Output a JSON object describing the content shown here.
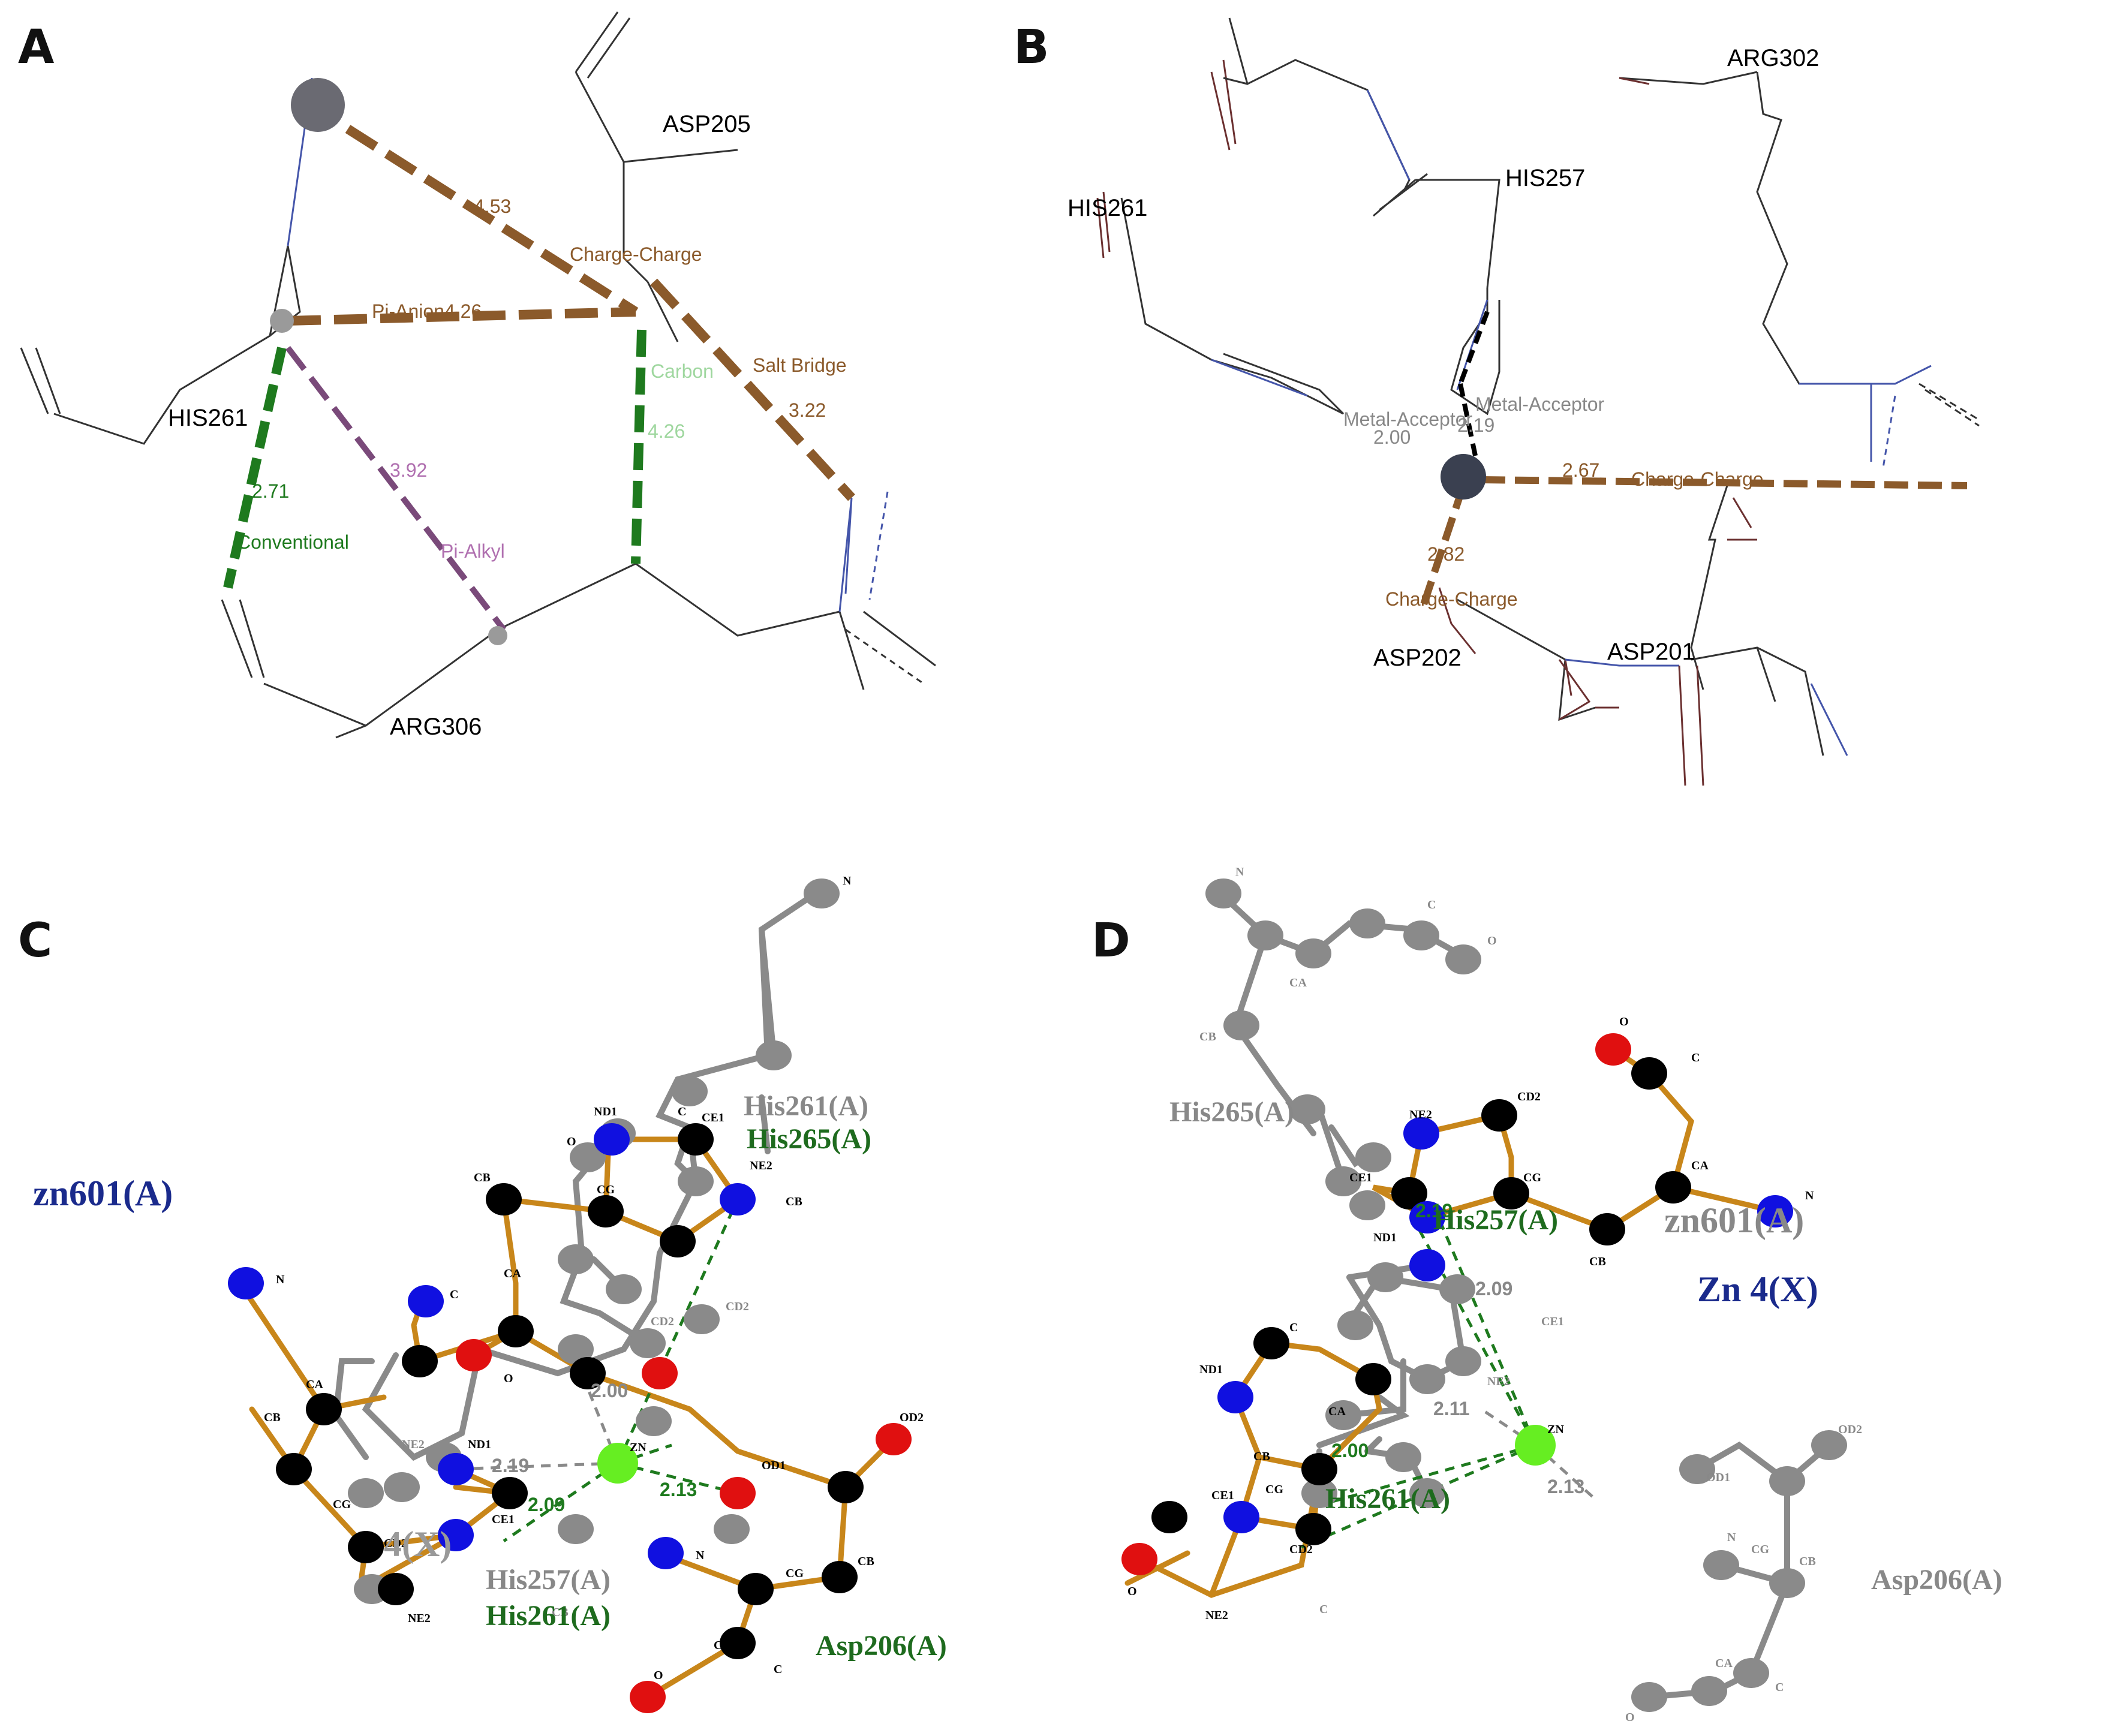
{
  "panels": {
    "a": {
      "letter": "A",
      "residues": {
        "asp205": "ASP205",
        "his261": "HIS261",
        "arg306": "ARG306"
      },
      "distances": {
        "d1": "4.53",
        "d2": "Pi-Anion4.26",
        "d3": "4.26",
        "d4": "3.22",
        "d5": "2.71",
        "d6": "3.92"
      },
      "interactions": {
        "charge": "Charge-Charge",
        "salt": "Salt Bridge",
        "carbon": "Carbon",
        "conventional": "Conventional",
        "pialkyl": "Pi-Alkyl"
      }
    },
    "b": {
      "letter": "B",
      "residues": {
        "arg302": "ARG302",
        "his257": "HIS257",
        "his261": "HIS261",
        "asp202": "ASP202",
        "asp201": "ASP201"
      },
      "distances": {
        "d1": "2.00",
        "d2": "2.19",
        "d3": "2.67",
        "d4": "2.82"
      },
      "interactions": {
        "metal1": "Metal-Acceptor",
        "metal2": "Metal-Acceptor",
        "charge1": "Charge-Charge",
        "charge2": "Charge-Charge"
      }
    },
    "c": {
      "letter": "C",
      "labels": {
        "zn601": "zn601(A)",
        "his261_gray": "His261(A)",
        "his265_green": "His265(A)",
        "his257_gray": "His257(A)",
        "his261_green": "His261(A)",
        "asp206": "Asp206(A)",
        "zn4": "4(X)"
      },
      "distances": {
        "d1": "2.00",
        "d2": "2.19",
        "d3": "2.09",
        "d4": "2.13"
      },
      "atoms": {
        "n": "N",
        "c": "C",
        "ca": "CA",
        "cb": "CB",
        "cg": "CG",
        "nd1": "ND1",
        "ce1": "CE1",
        "ne2": "NE2",
        "cd2": "CD2",
        "o": "O",
        "od1": "OD1",
        "od2": "OD2",
        "zn": "ZN"
      }
    },
    "d": {
      "letter": "D",
      "labels": {
        "his265": "His265(A)",
        "his257_green": "His257(A)",
        "zn601": "zn601(A)",
        "zn4": "Zn 4(X)",
        "his261_green": "His261(A)",
        "asp206": "Asp206(A)"
      },
      "distances": {
        "d1": "2.19",
        "d2": "2.09",
        "d3": "2.11",
        "d4": "2.13",
        "d5": "2.00"
      },
      "atoms": {
        "n": "N",
        "c": "C",
        "ca": "CA",
        "cb": "CB",
        "cg": "CG",
        "nd1": "ND1",
        "ce1": "CE1",
        "ne2": "NE2",
        "cd2": "CD2",
        "o": "O",
        "od1": "OD1",
        "od2": "OD2",
        "zn": "ZN"
      }
    }
  },
  "colors": {
    "carbon": "#000000",
    "nitrogen": "#1010e0",
    "oxygen": "#e01010",
    "zinc": "#66ee22",
    "gray_atom": "#8a8a8a",
    "bond_gold": "#c8861a",
    "green_label": "#1e6b1e",
    "blue_label": "#1a2a8c",
    "charge_dash": "#8b5a2b",
    "hbond_dash": "#1e7a1e",
    "pi_dash": "#b070b0"
  }
}
